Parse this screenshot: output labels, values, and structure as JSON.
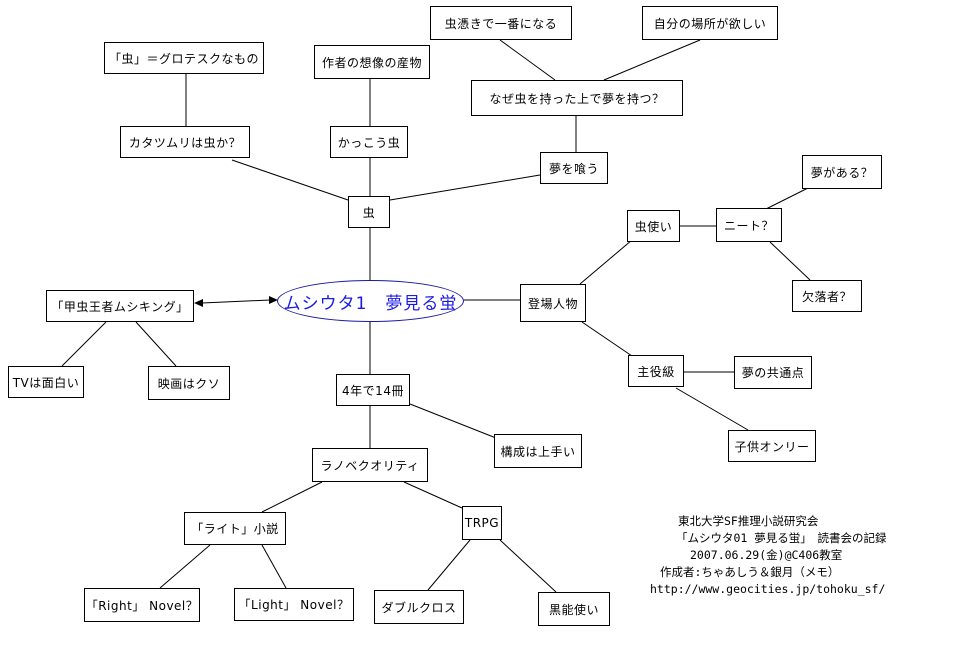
{
  "center": {
    "label": "ムシウタ1　夢見る蛍"
  },
  "nodes": {
    "mushi": "虫",
    "katatsumuri": "カタツムリは虫か？",
    "grotesque": "「虫」＝グロテスクなもの",
    "sakusha": "作者の想像の産物",
    "kakkou": "かっこう虫",
    "mushitsuki": "虫憑きで一番になる",
    "jibun": "自分の場所が欲しい",
    "naze": "なぜ虫を持った上で夢を持つ？",
    "yumekurau": "夢を喰う",
    "koushu": "「甲虫王者ムシキング」",
    "tv": "TVは面白い",
    "eiga": "映画はクソ",
    "toujou": "登場人物",
    "mushitsukai": "虫使い",
    "neet": "ニート？",
    "yumegaaru": "夢がある？",
    "ketsuraku": "欠落者？",
    "shuyaku": "主役級",
    "kyoutsuu": "夢の共通点",
    "kodomo": "子供オンリー",
    "yonen": "4年で14冊",
    "kousei": "構成は上手い",
    "ranobe": "ラノベクオリティ",
    "light": "「ライト」小説",
    "trpg": "TRPG",
    "right_novel": "「Right」 Novel？",
    "light_novel": "「Light」 Novel？",
    "double": "ダブルクロス",
    "kokunou": "黒能使い"
  },
  "credits": {
    "line1": "東北大学SF推理小説研究会",
    "line2": "「ムシウタ01 夢見る蛍」　読書会の記録",
    "line3": "2007.06.29(金)@C406教室",
    "line4": "作成者:ちゃあしう＆銀月（メモ）",
    "line5": "http://www.geocities.jp/tohoku_sf/"
  }
}
